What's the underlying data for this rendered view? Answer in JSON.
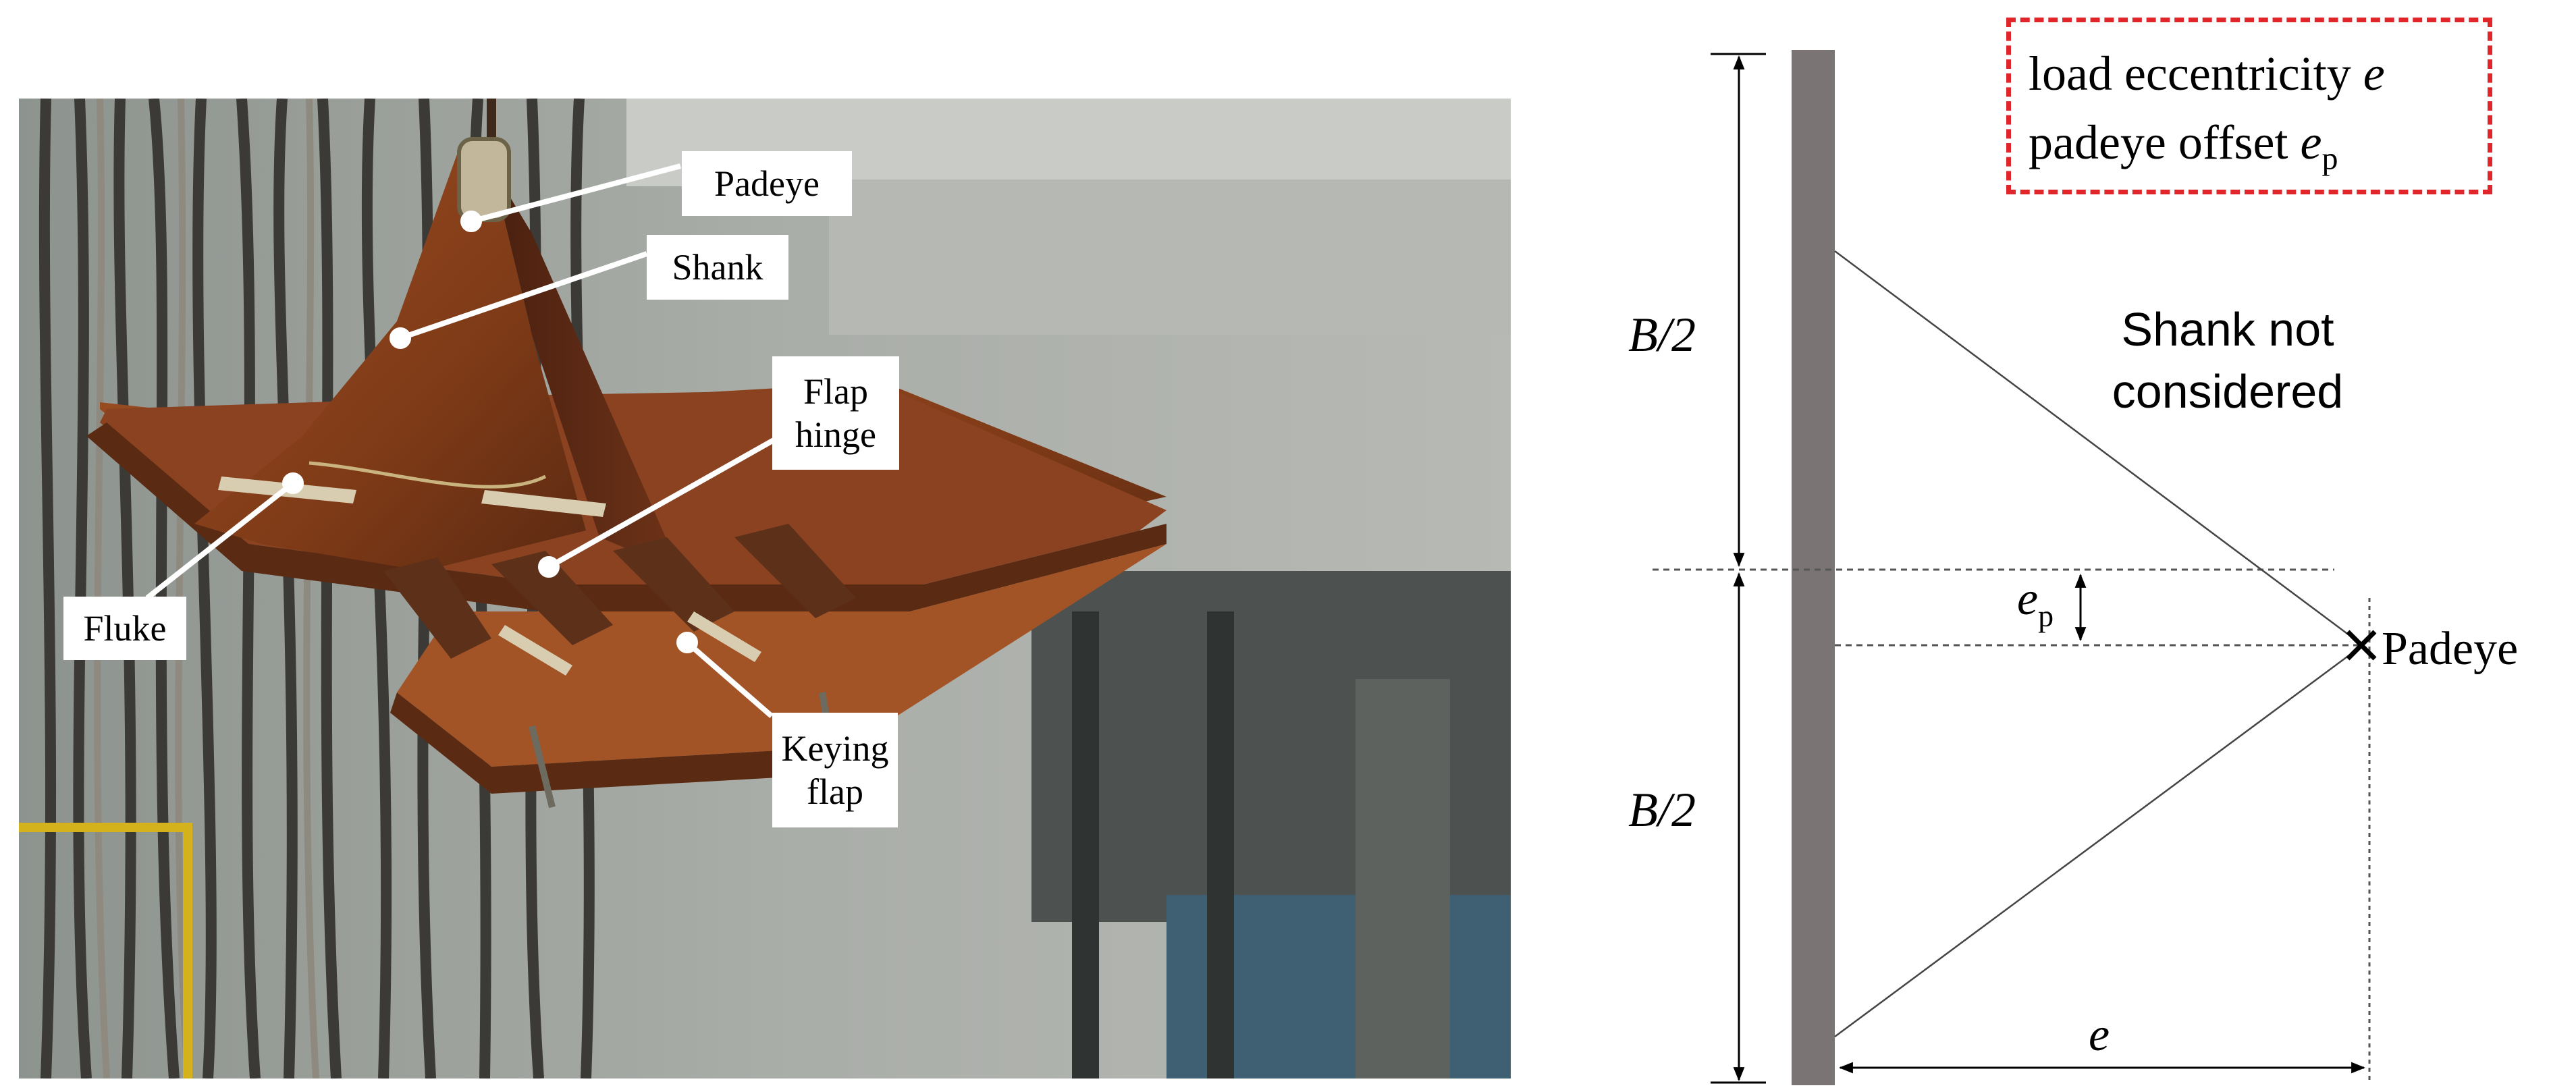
{
  "photo": {
    "labels": {
      "padeye": "Padeye",
      "shank": "Shank",
      "flap_hinge_1": "Flap",
      "flap_hinge_2": "hinge",
      "fluke": "Fluke",
      "keying_flap_1": "Keying",
      "keying_flap_2": "flap"
    }
  },
  "diagram": {
    "legend": {
      "line1_text": "load eccentricity ",
      "line1_symbol": "e",
      "line2_text": "padeye offset ",
      "line2_symbol": "e",
      "line2_subscript": "p"
    },
    "upper_half_label": "B/2",
    "lower_half_label": "B/2",
    "shank_note_1": "Shank not",
    "shank_note_2": "considered",
    "offset_label": "e",
    "offset_subscript": "p",
    "padeye_label": "Padeye",
    "eccentricity_label": "e",
    "colors": {
      "plate": "#7a7474",
      "legend_border": "#e0262b"
    }
  }
}
